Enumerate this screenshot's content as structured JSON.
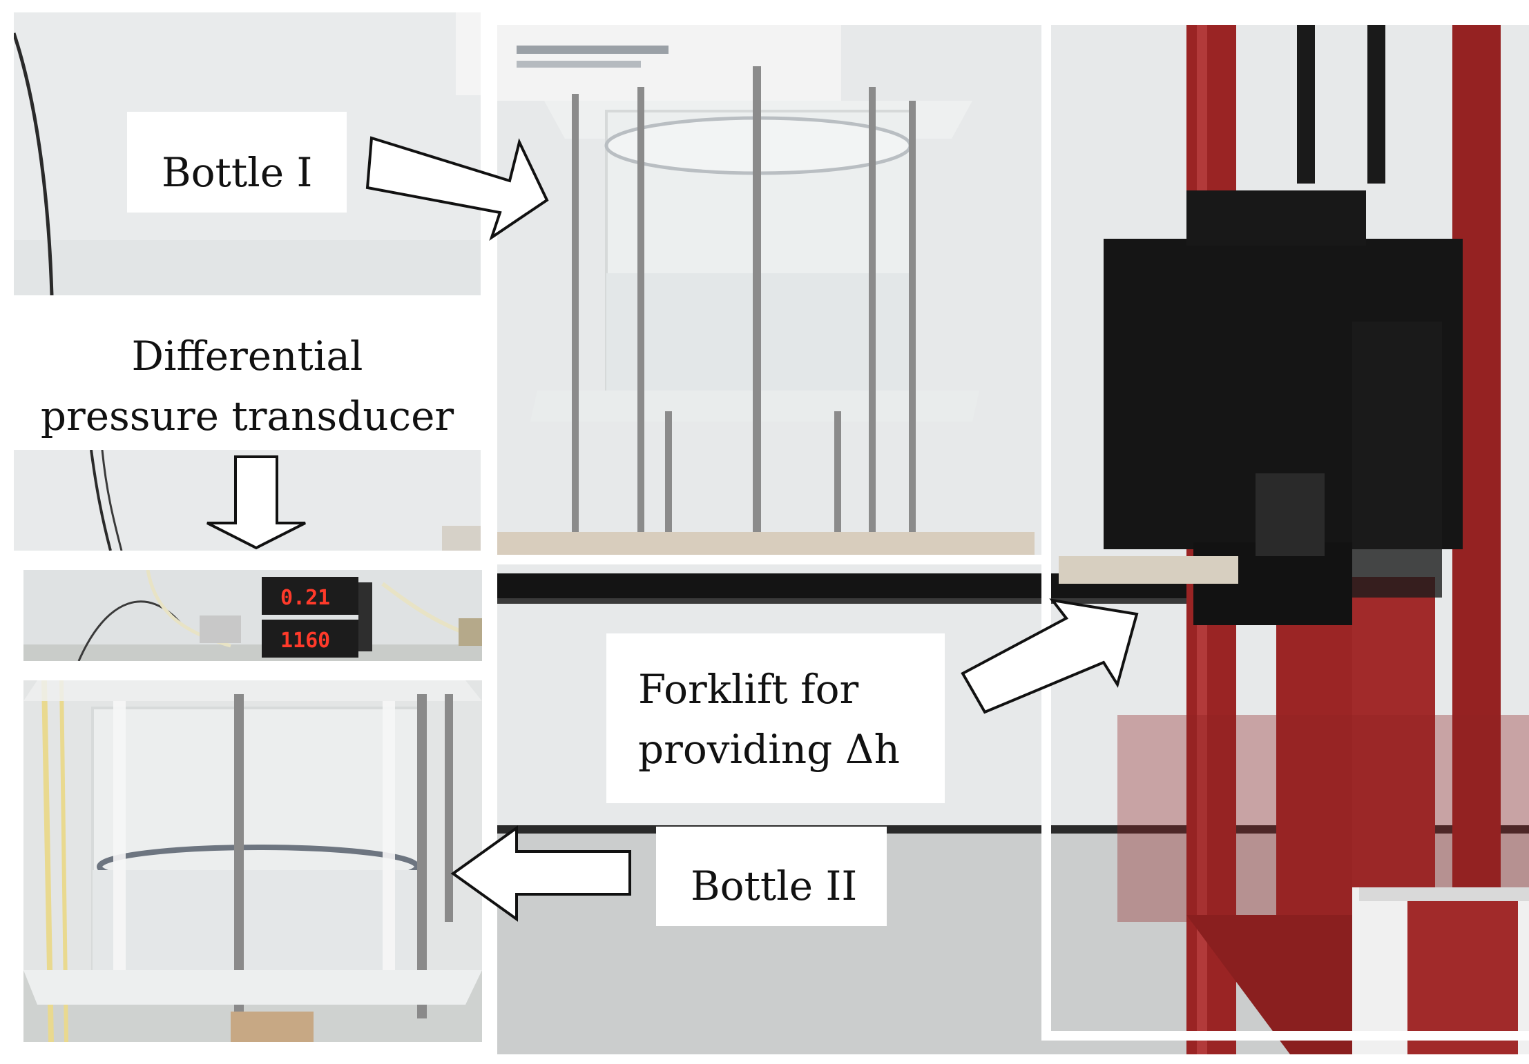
{
  "figure": {
    "labels": {
      "bottle_1": "Bottle I",
      "transducer_line1": "Differential",
      "transducer_line2": "pressure transducer",
      "forklift_line1": "Forklift for",
      "forklift_line2": "providing Δh",
      "bottle_2": "Bottle II"
    },
    "transducer_readouts": [
      "0.21",
      "1160"
    ],
    "colors": {
      "wall": "#e6e9ea",
      "steel_frame": "#9a2424",
      "forklift_block": "#141414",
      "label_background": "#ffffff",
      "readout_digits": "#ff3a2a"
    }
  }
}
